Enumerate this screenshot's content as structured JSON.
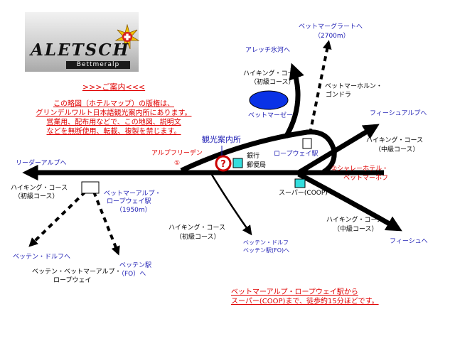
{
  "logo": {
    "name": "ALETSCH",
    "sub": "Bettmeralp"
  },
  "guide_heading": ">>>ご案内<<<",
  "notice_lines": [
    "この略図（ホテルマップ）の版権は、",
    "グリンデルワルト日本語観光案内所にあります。",
    "営業用、配布用などで、この地図、説明文",
    "などを無断使用、転載、複製を禁じます。"
  ],
  "labels": {
    "riederalp": "リーダーアルプへ",
    "hiking_left_1": "ハイキング・コース",
    "hiking_left_2": "（初級コース）",
    "station_1": "ベットマーアルプ・",
    "station_2": "ロープウェイ駅",
    "station_3": "（1950m）",
    "betten_dorf": "ベッテン・ドルフへ",
    "betten_station_1": "ベッテン駅",
    "betten_station_2": "（FO）へ",
    "cable_1": "ベッテン・ベットマーアルプ・",
    "cable_2": "ロープウェイ",
    "alpfrieden": "アルプフリーデン",
    "circle1": "①",
    "tourist_info": "観光案内所",
    "bank": "銀行",
    "post": "郵便局",
    "ropeway_station": "ロープウェイ駅",
    "aletsch_glacier": "アレッチ氷河へ",
    "hiking_top_1": "ハイキング・コース",
    "hiking_top_2": "（初級コース）",
    "lake": "ベットマーゼー",
    "bettmergrat_1": "ベットマーグラートへ",
    "bettmergrat_2": "（2700m）",
    "bettmerhorn_1": "ベットマーホルン・",
    "bettmerhorn_2": "ゴンドラ",
    "fiescheralp": "フィーシュアルプへ",
    "hiking_right_1": "ハイキング・コース",
    "hiking_right_2": "（中級コース）",
    "hotel_1": "②シャレーホテル・",
    "hotel_2": "ベットマーホフ",
    "super": "スーパー(COOP)",
    "hiking_br_1": "ハイキング・コース",
    "hiking_br_2": "（中級コース）",
    "fiesch": "フィーシュへ",
    "hiking_bc_1": "ハイキング・コース",
    "hiking_bc_2": "（初級コース）",
    "betten_dorf_fo_1": "ベッテン・ドルフ",
    "betten_dorf_fo_2": "ベッテン駅(FO)へ"
  },
  "walk_note": [
    "ベットマーアルプ・ロープウェイ駅から",
    "スーパー(COOP)まで、徒歩約15分ほどです。"
  ],
  "colors": {
    "road": "#000000",
    "label_blue": "#1e1eb4",
    "label_red": "#e00000",
    "lake": "#0a32e6",
    "building": "#33dddd",
    "info_icon": "#cc0000"
  },
  "icons": [
    "swiss-star-icon",
    "tourist-info-icon"
  ]
}
